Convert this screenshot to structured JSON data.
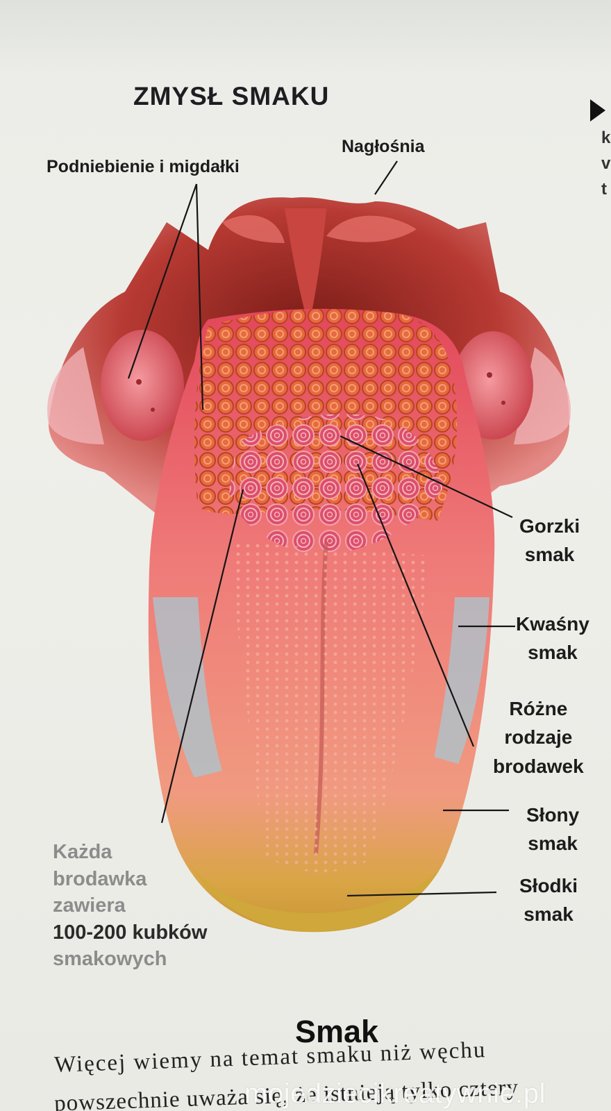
{
  "title": "ZMYSŁ SMAKU",
  "labels": {
    "palate_tonsils": "Podniebienie i migdałki",
    "epiglottis": "Nagłośnia",
    "bitter": [
      "Gorzki",
      "smak"
    ],
    "sour": [
      "Kwaśny",
      "smak"
    ],
    "papillae": [
      "Różne",
      "rodzaje",
      "brodawek"
    ],
    "salty": [
      "Słony",
      "smak"
    ],
    "sweet": [
      "Słodki",
      "smak"
    ]
  },
  "left_note": {
    "lines": [
      "Każda",
      "brodawka",
      "zawiera",
      "100-200 kubków",
      "smakowych"
    ]
  },
  "section_heading": "Smak",
  "body_text": {
    "line1": "Więcej wiemy na temat smaku niż węchu",
    "line2": "powszechnie uważa się, że istnieją tylko cztery"
  },
  "watermark": "mojedziecikreatywnie.pl",
  "edge_fragment": [
    "k",
    "v",
    "t"
  ],
  "colors": {
    "background": "#ecede8",
    "text": "#1c1c1c",
    "tongue": "#e8606a",
    "papillae": "#e8693f",
    "mouth": "#d9534f",
    "sweet_zone": "#d4b23a",
    "sour_zone": "#a9c9d4"
  }
}
